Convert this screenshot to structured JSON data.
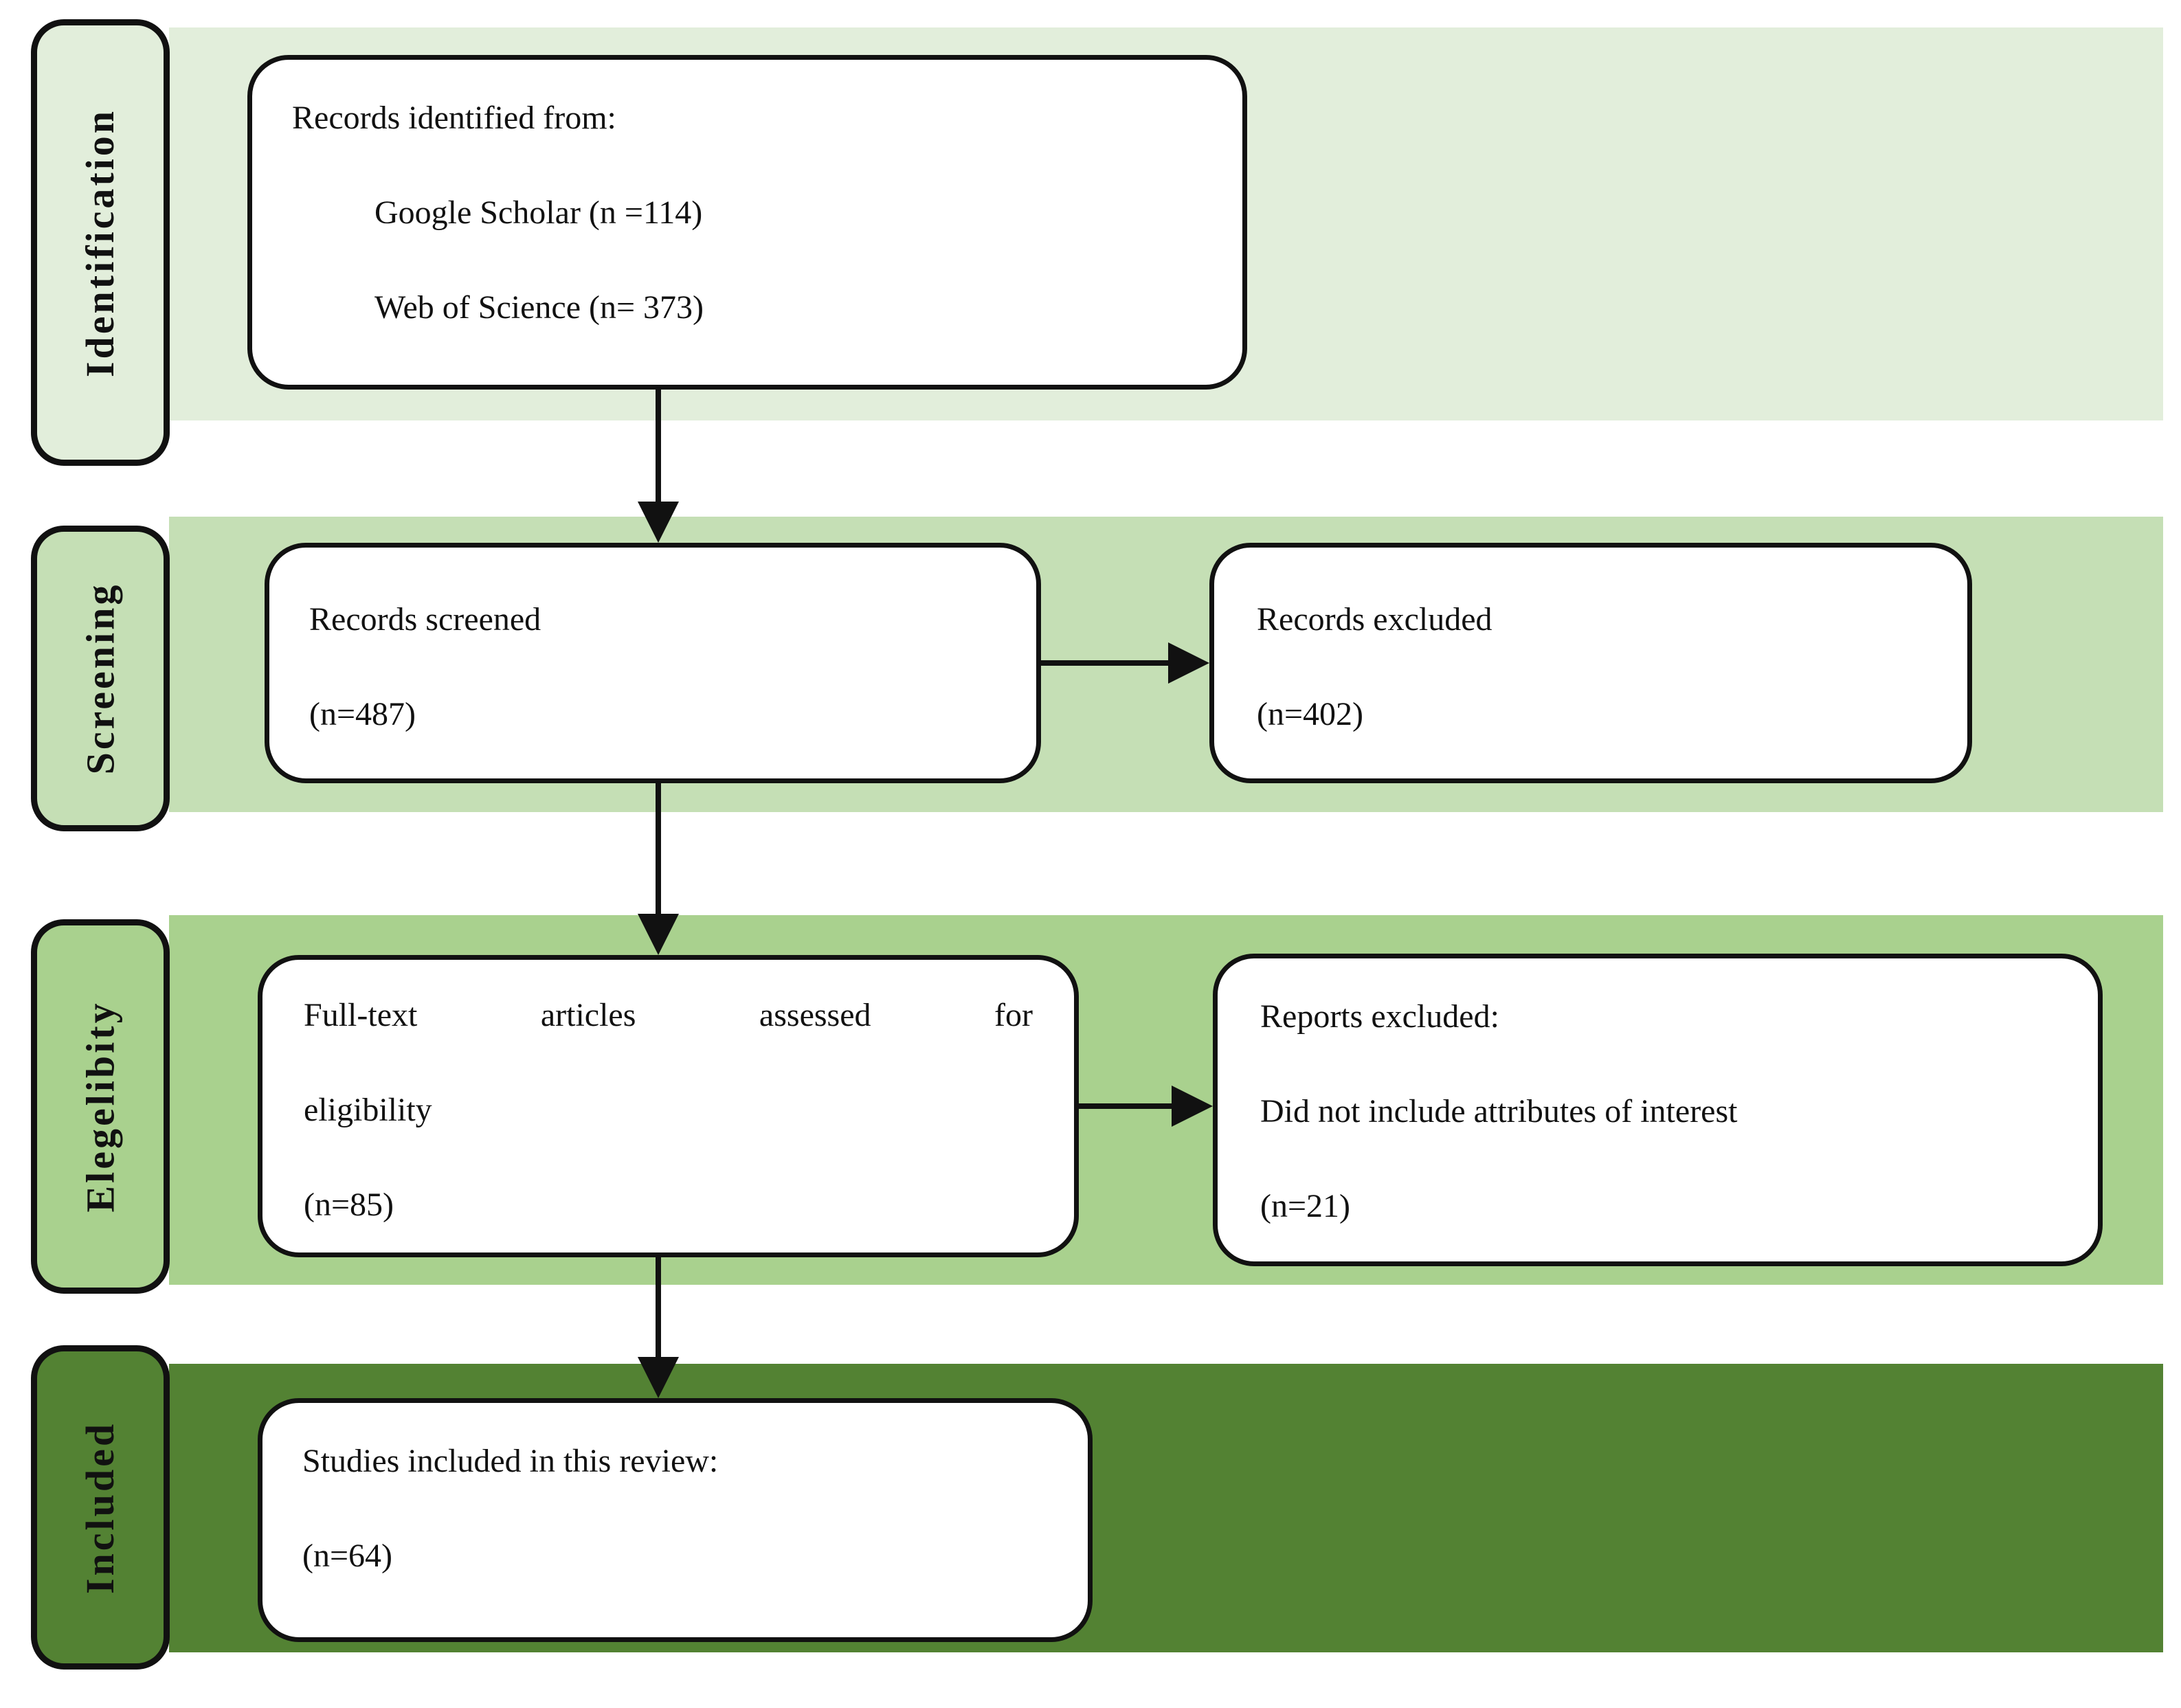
{
  "colors": {
    "background": "#ffffff",
    "band_identification": "#e2eedb",
    "band_screening": "#c5dfb5",
    "band_eligibility": "#a9d18e",
    "band_included": "#538233",
    "box_fill": "#ffffff",
    "border_and_arrows": "#111111",
    "text": "#111111"
  },
  "stages": [
    {
      "id": "identification",
      "label": "Identification"
    },
    {
      "id": "screening",
      "label": "Screening"
    },
    {
      "id": "eligibility",
      "label": "Elegelibity"
    },
    {
      "id": "included",
      "label": "Included"
    }
  ],
  "boxes": {
    "records_identified": {
      "lines": [
        "Records identified from:",
        "Google Scholar (n =114)",
        "Web of Science (n= 373)"
      ]
    },
    "records_screened": {
      "lines": [
        "Records screened",
        "(n=487)"
      ]
    },
    "records_excluded": {
      "lines": [
        "Records excluded",
        "(n=402)"
      ]
    },
    "fulltext_assessed": {
      "lines": [
        "Full-text articles assessed for",
        "eligibility",
        "(n=85)"
      ]
    },
    "reports_excluded": {
      "lines": [
        "Reports excluded:",
        "Did not include attributes of interest",
        "(n=21)"
      ]
    },
    "studies_included": {
      "lines": [
        "Studies included in this review:",
        "(n=64)"
      ]
    }
  },
  "counts": {
    "google_scholar": 114,
    "web_of_science": 373,
    "records_screened": 487,
    "records_excluded": 402,
    "fulltext_assessed": 85,
    "reports_excluded": 21,
    "studies_included": 64
  }
}
